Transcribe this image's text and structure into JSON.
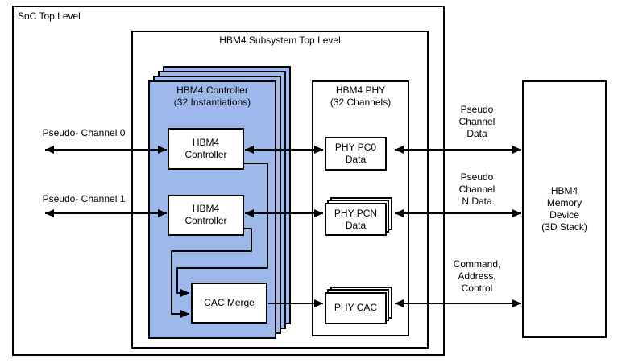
{
  "diagram": {
    "soc": {
      "label": "SoC Top Level"
    },
    "subsystem": {
      "title": "HBM4 Subsystem Top Level"
    },
    "controller_stack": {
      "line1": "HBM4 Controller",
      "line2": "(32 Instantiations)"
    },
    "controller0": {
      "line1": "HBM4",
      "line2": "Controller"
    },
    "controller1": {
      "line1": "HBM4",
      "line2": "Controller"
    },
    "cac_merge": {
      "label": "CAC Merge"
    },
    "phy": {
      "line1": "HBM4 PHY",
      "line2": "(32 Channels)"
    },
    "phy_pc0": {
      "line1": "PHY PC0",
      "line2": "Data"
    },
    "phy_pcn": {
      "line1": "PHY PCN",
      "line2": "Data"
    },
    "phy_cac": {
      "label": "PHY CAC"
    },
    "memory": {
      "line1": "HBM4",
      "line2": "Memory",
      "line3": "Device",
      "line4": "(3D Stack)"
    },
    "left_labels": {
      "channel0": "Pseudo- Channel 0",
      "channel1": "Pseudo- Channel 1"
    },
    "right_labels": {
      "data0": {
        "line1": "Pseudo",
        "line2": "Channel",
        "line3": "Data"
      },
      "dataN": {
        "line1": "Pseudo",
        "line2": "Channel",
        "line3": "N Data"
      },
      "cac": {
        "line1": "Command,",
        "line2": "Address,",
        "line3": "Control"
      }
    },
    "colors": {
      "stack_fill": "#9DB8EA",
      "line": "#000000",
      "box_bg": "#FFFFFF"
    }
  }
}
